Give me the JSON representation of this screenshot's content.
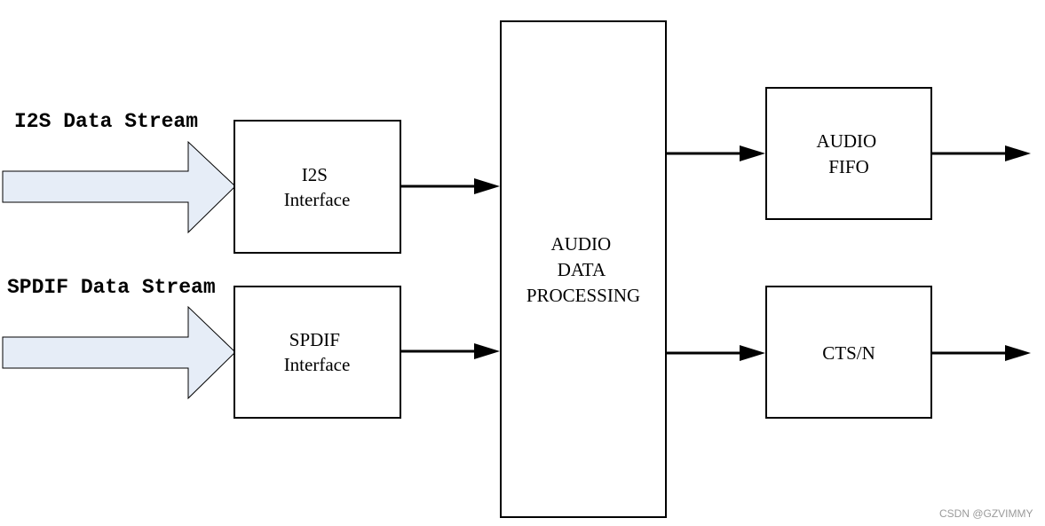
{
  "inputs": {
    "i2s_stream_label": "I2S Data Stream",
    "spdif_stream_label": "SPDIF Data Stream"
  },
  "blocks": {
    "i2s_interface": [
      "I2S",
      "Interface"
    ],
    "spdif_interface": [
      "SPDIF",
      "Interface"
    ],
    "audio_data_processing": [
      "AUDIO",
      "DATA",
      "PROCESSING"
    ],
    "audio_fifo": [
      "AUDIO",
      "FIFO"
    ],
    "cts_n": [
      "CTS/N"
    ]
  },
  "watermark": "CSDN @GZVIMMY",
  "colors": {
    "input_arrow_fill": "#e6edf7",
    "stroke": "#000000",
    "watermark": "#9a9a9a"
  }
}
